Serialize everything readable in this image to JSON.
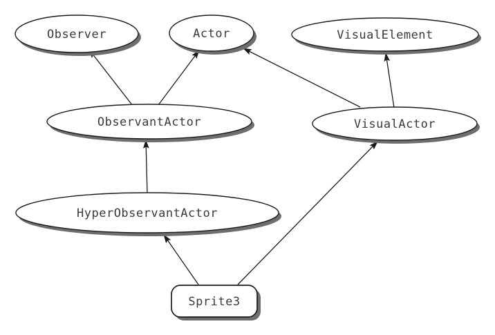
{
  "diagram": {
    "kind": "class-inheritance-diagram",
    "colors": {
      "background": "#ffffff",
      "node_fill": "#ffffff",
      "node_stroke": "#1a1a1a",
      "shadow": "#6e6e6e",
      "text": "#3a3a3a"
    },
    "nodes": [
      {
        "id": "observer",
        "label": "Observer",
        "shape": "ellipse"
      },
      {
        "id": "actor",
        "label": "Actor",
        "shape": "ellipse"
      },
      {
        "id": "visual-element",
        "label": "VisualElement",
        "shape": "ellipse"
      },
      {
        "id": "observant-actor",
        "label": "ObservantActor",
        "shape": "ellipse"
      },
      {
        "id": "visual-actor",
        "label": "VisualActor",
        "shape": "ellipse"
      },
      {
        "id": "hyper-observant-actor",
        "label": "HyperObservantActor",
        "shape": "ellipse"
      },
      {
        "id": "sprite3",
        "label": "Sprite3",
        "shape": "rounded-rect"
      }
    ],
    "edges": [
      {
        "from": "ObservantActor",
        "to": "Observer"
      },
      {
        "from": "ObservantActor",
        "to": "Actor"
      },
      {
        "from": "VisualActor",
        "to": "Actor"
      },
      {
        "from": "VisualActor",
        "to": "VisualElement"
      },
      {
        "from": "HyperObservantActor",
        "to": "ObservantActor"
      },
      {
        "from": "Sprite3",
        "to": "HyperObservantActor"
      },
      {
        "from": "Sprite3",
        "to": "VisualActor"
      }
    ]
  }
}
